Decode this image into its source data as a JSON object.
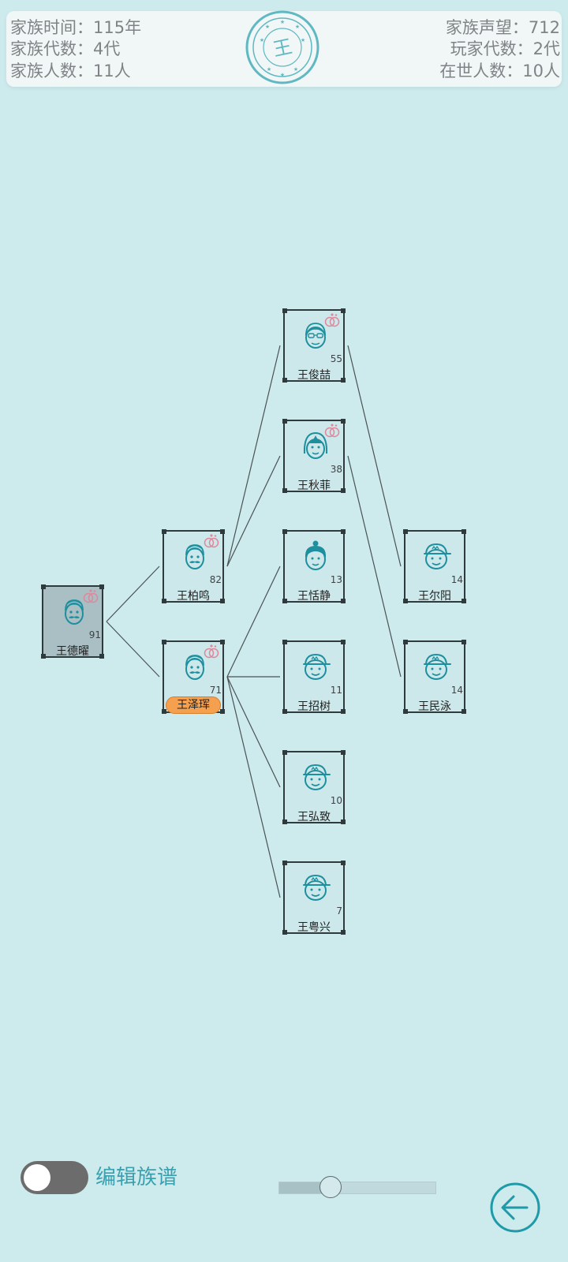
{
  "header": {
    "family_time": "家族时间：115年",
    "family_generations": "家族代数：4代",
    "family_members": "家族人数：11人",
    "family_prestige": "家族声望：712",
    "player_generation": "玩家代数：2代",
    "living_members": "在世人数：10人",
    "seal_char": "王"
  },
  "tree": {
    "nodes": [
      {
        "id": "n1",
        "name": "王德曜",
        "age": "91",
        "face": "elder-man",
        "married": true,
        "selected": true
      },
      {
        "id": "n2",
        "name": "王柏鸣",
        "age": "82",
        "face": "elder-man",
        "married": true
      },
      {
        "id": "n3",
        "name": "王泽珲",
        "age": "71",
        "face": "elder-man",
        "married": true,
        "player": true
      },
      {
        "id": "n4",
        "name": "王俊喆",
        "age": "55",
        "face": "man-glasses",
        "married": true
      },
      {
        "id": "n5",
        "name": "王秋菲",
        "age": "38",
        "face": "woman",
        "married": true
      },
      {
        "id": "n6",
        "name": "王恬静",
        "age": "13",
        "face": "girl-bun"
      },
      {
        "id": "n7",
        "name": "王招树",
        "age": "11",
        "face": "boy-cap"
      },
      {
        "id": "n8",
        "name": "王弘致",
        "age": "10",
        "face": "boy-cap"
      },
      {
        "id": "n9",
        "name": "王粤兴",
        "age": "7",
        "face": "boy-cap"
      },
      {
        "id": "n10",
        "name": "王尔阳",
        "age": "14",
        "face": "boy-cap"
      },
      {
        "id": "n11",
        "name": "王民泳",
        "age": "14",
        "face": "boy-cap"
      }
    ],
    "links": [
      [
        "n1",
        "n2"
      ],
      [
        "n1",
        "n3"
      ],
      [
        "n2",
        "n4"
      ],
      [
        "n2",
        "n5"
      ],
      [
        "n3",
        "n6"
      ],
      [
        "n3",
        "n7"
      ],
      [
        "n3",
        "n8"
      ],
      [
        "n3",
        "n9"
      ],
      [
        "n4",
        "n10"
      ],
      [
        "n5",
        "n11"
      ]
    ]
  },
  "edit_toggle": {
    "label": "编辑族谱",
    "on": false
  },
  "zoom_slider": {
    "value": 0.33
  },
  "colors": {
    "background": "#cdeaec",
    "icon": "#1e8f9e",
    "player_tag": "#f4a04f",
    "ring": "#e0879b",
    "toggle_off": "#6c6c6c",
    "label": "#3aa0b0"
  },
  "icons": {
    "back": "arrow-left-circle-icon",
    "seal": "family-seal-icon",
    "ring": "wedding-rings-icon"
  }
}
